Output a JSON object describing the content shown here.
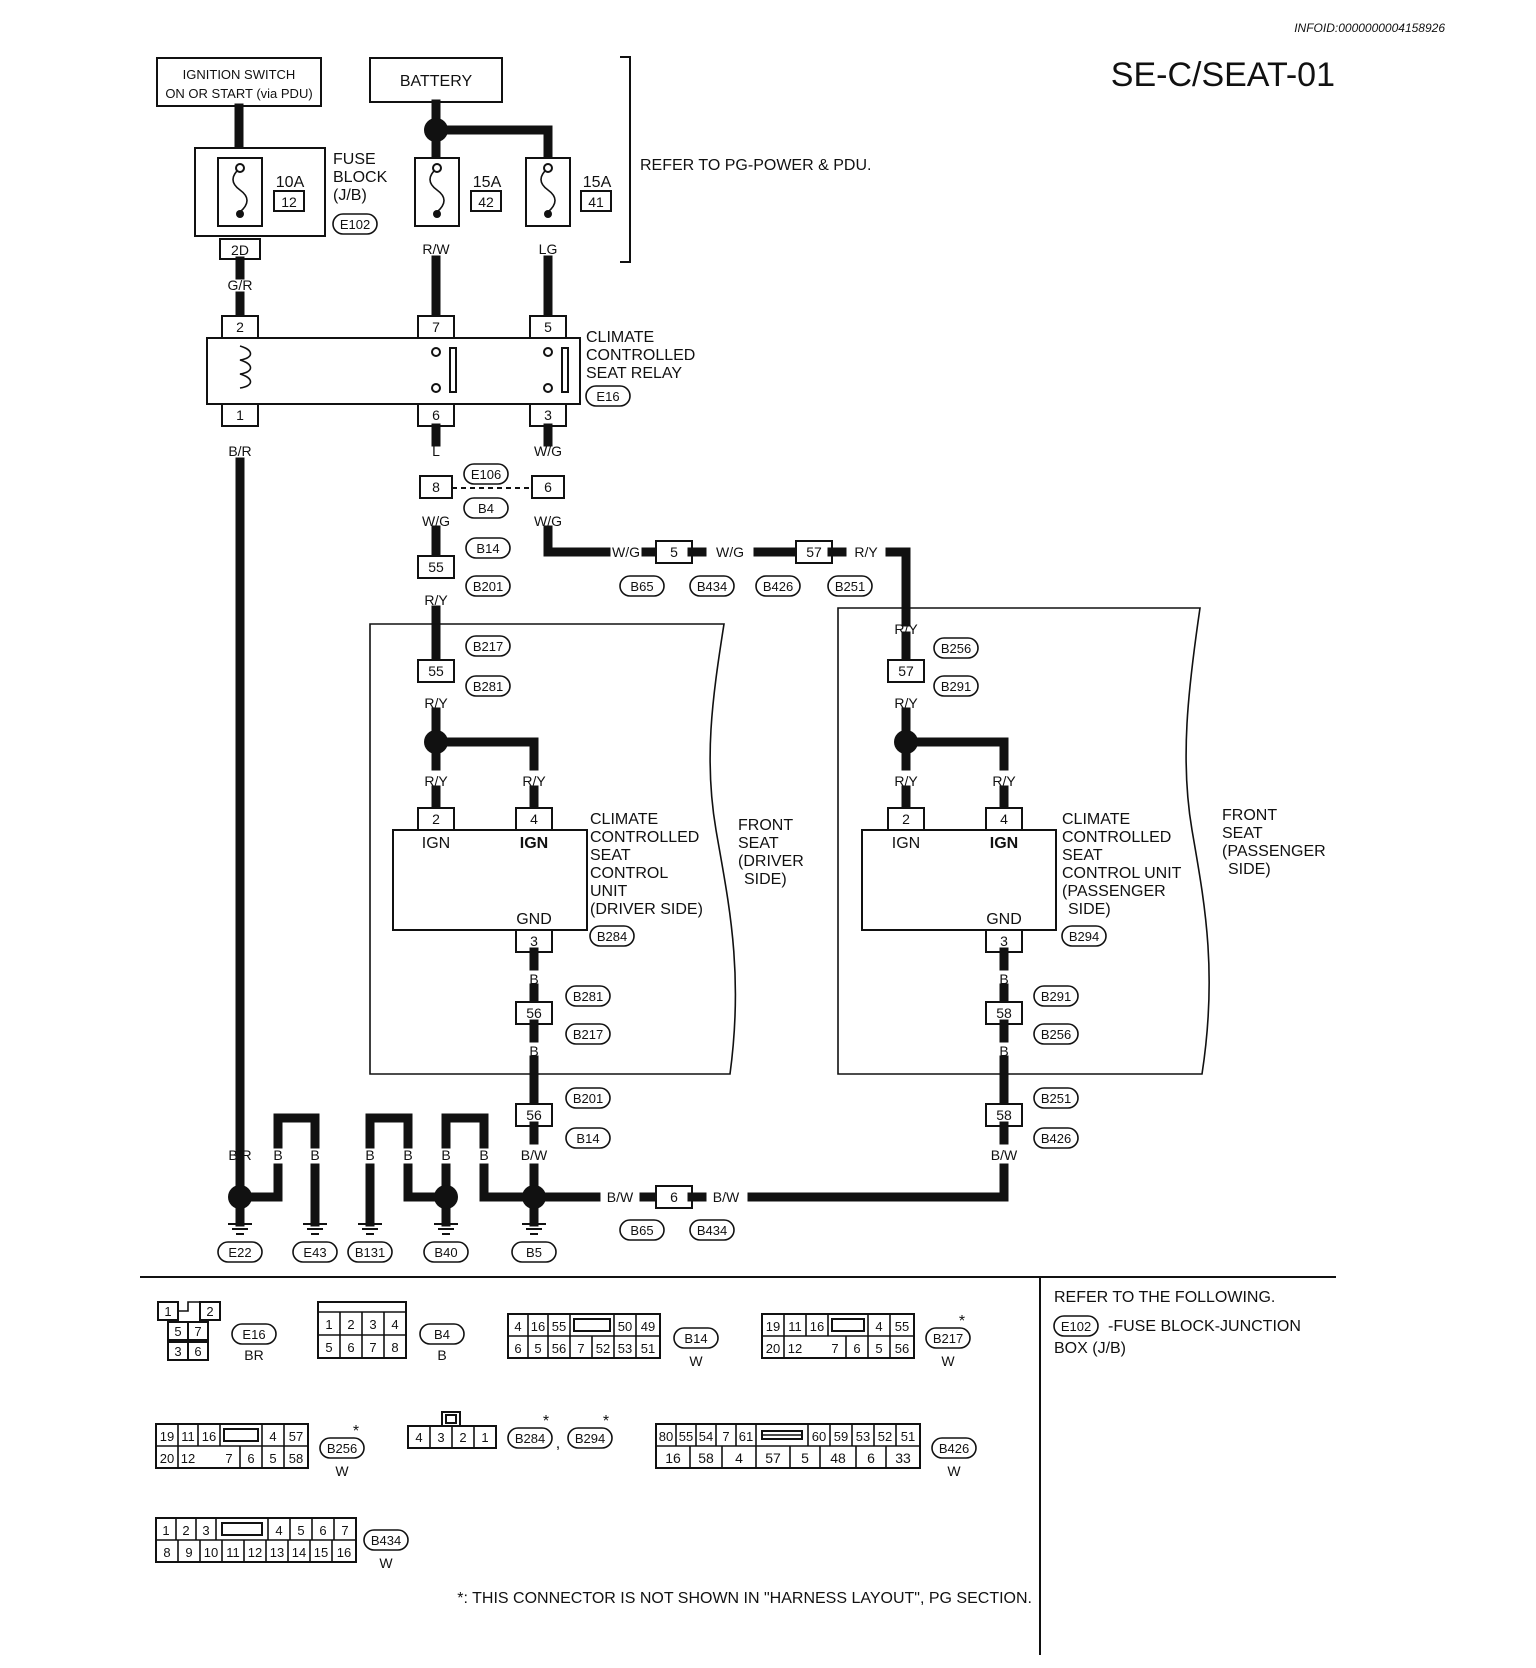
{
  "header": {
    "info_id": "INFOID:0000000004158926",
    "page_code": "SE-C/SEAT-01"
  },
  "power": {
    "ignition_label_1": "IGNITION SWITCH",
    "ignition_label_2": "ON OR START (via PDU)",
    "battery_label": "BATTERY",
    "refer_text": "REFER TO PG-POWER & PDU."
  },
  "fuse_block": {
    "label_1": "FUSE",
    "label_2": "BLOCK",
    "label_3": "(J/B)",
    "connector": "E102",
    "fuse_a_amp": "10A",
    "fuse_a_num": "12",
    "fuse_b_amp": "15A",
    "fuse_b_num": "42",
    "fuse_c_amp": "15A",
    "fuse_c_num": "41",
    "terminal": "2D"
  },
  "relay": {
    "label_1": "CLIMATE",
    "label_2": "CONTROLLED",
    "label_3": "SEAT RELAY",
    "connector": "E16",
    "pins_top": [
      "2",
      "7",
      "5"
    ],
    "pins_bottom": [
      "1",
      "6",
      "3"
    ]
  },
  "wire_colors": {
    "gr": "G/R",
    "rw": "R/W",
    "lg": "LG",
    "br": "B/R",
    "l": "L",
    "wg": "W/G",
    "ry": "R/Y",
    "b": "B",
    "bw": "B/W"
  },
  "connectors": {
    "e106": "E106",
    "b4": "B4",
    "b14": "B14",
    "b201": "B201",
    "b217": "B217",
    "b281": "B281",
    "b65": "B65",
    "b434": "B434",
    "b426": "B426",
    "b251": "B251",
    "b256": "B256",
    "b291": "B291",
    "b284": "B284",
    "b294": "B294"
  },
  "pins": {
    "p8": "8",
    "p6": "6",
    "p55": "55",
    "p5": "5",
    "p57": "57",
    "p2": "2",
    "p4": "4",
    "p3": "3",
    "p56": "56",
    "p58": "58"
  },
  "driver": {
    "unit_1": "CLIMATE",
    "unit_2": "CONTROLLED",
    "unit_3": "SEAT",
    "unit_4": "CONTROL",
    "unit_5": "UNIT",
    "unit_6": "(DRIVER SIDE)",
    "seat_1": "FRONT",
    "seat_2": "SEAT",
    "seat_3": "(DRIVER",
    "seat_4": "SIDE)",
    "ign": "IGN",
    "gnd": "GND"
  },
  "passenger": {
    "unit_1": "CLIMATE",
    "unit_2": "CONTROLLED",
    "unit_3": "SEAT",
    "unit_4": "CONTROL UNIT",
    "unit_5": "(PASSENGER",
    "unit_6": "SIDE)",
    "seat_1": "FRONT",
    "seat_2": "SEAT",
    "seat_3": "(PASSENGER",
    "seat_4": "SIDE)",
    "ign": "IGN",
    "gnd": "GND"
  },
  "grounds": [
    "E22",
    "E43",
    "B131",
    "B40",
    "B5"
  ],
  "legend": {
    "e16_pins": [
      "1",
      "2",
      "5",
      "7",
      "3",
      "6"
    ],
    "e16_name": "E16",
    "e16_color": "BR",
    "b4_pins_top": [
      "1",
      "2",
      "3",
      "4"
    ],
    "b4_pins_bottom": [
      "5",
      "6",
      "7",
      "8"
    ],
    "b4_name": "B4",
    "b4_color": "B",
    "b14_pins_top": [
      "4",
      "16",
      "55",
      "",
      "50",
      "49"
    ],
    "b14_pins_bottom": [
      "6",
      "5",
      "56",
      "7",
      "52",
      "53",
      "51"
    ],
    "b14_name": "B14",
    "b14_color": "W",
    "b217_pins_top": [
      "19",
      "11",
      "16",
      "",
      "4",
      "55"
    ],
    "b217_pins_bottom": [
      "20",
      "12",
      "",
      "7",
      "6",
      "5",
      "56"
    ],
    "b217_name": "B217",
    "b217_color": "W",
    "b256_pins_top": [
      "19",
      "11",
      "16",
      "",
      "4",
      "57"
    ],
    "b256_pins_bottom": [
      "20",
      "12",
      "",
      "7",
      "6",
      "5",
      "58"
    ],
    "b256_name": "B256",
    "b256_color": "W",
    "b284_pins": [
      "4",
      "3",
      "2",
      "1"
    ],
    "b284_name": "B284",
    "b294_name": "B294",
    "b426_pins_top": [
      "80",
      "55",
      "54",
      "7",
      "61",
      "",
      "60",
      "59",
      "53",
      "52",
      "51"
    ],
    "b426_pins_bottom": [
      "16",
      "58",
      "4",
      "57",
      "5",
      "48",
      "6",
      "33"
    ],
    "b426_name": "B426",
    "b426_color": "W",
    "b434_pins_top": [
      "1",
      "2",
      "3",
      "",
      "4",
      "5",
      "6",
      "7"
    ],
    "b434_pins_bottom": [
      "8",
      "9",
      "10",
      "11",
      "12",
      "13",
      "14",
      "15",
      "16"
    ],
    "b434_name": "B434",
    "b434_color": "W",
    "star": "*",
    "comma": ",",
    "refer_title": "REFER TO THE FOLLOWING.",
    "refer_conn": "E102",
    "refer_desc_1": "-FUSE BLOCK-JUNCTION",
    "refer_desc_2": "BOX (J/B)",
    "footnote": "*: THIS CONNECTOR IS NOT SHOWN IN \"HARNESS LAYOUT\", PG SECTION."
  }
}
